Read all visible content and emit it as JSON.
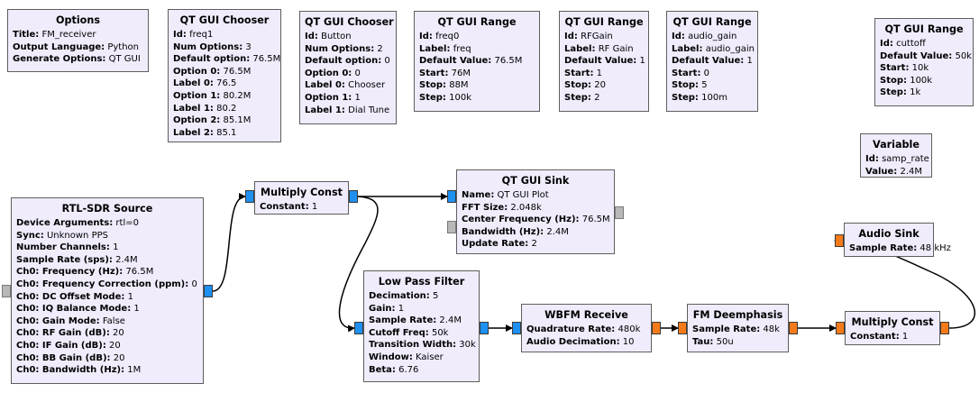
{
  "colors": {
    "block_fill": "#f0ecfc",
    "block_border": "#5e5e5e",
    "port_complex": "#1e90f0",
    "port_float": "#f47a1a",
    "port_disabled": "#b8b8b8",
    "wire": "#000000"
  },
  "blocks": {
    "options": {
      "title": "Options",
      "rows": [
        {
          "k": "Title:",
          "v": "FM_receiver"
        },
        {
          "k": "Output Language:",
          "v": "Python"
        },
        {
          "k": "Generate Options:",
          "v": "QT GUI"
        }
      ]
    },
    "chooser_freq": {
      "title": "QT GUI Chooser",
      "rows": [
        {
          "k": "Id:",
          "v": "freq1"
        },
        {
          "k": "Num Options:",
          "v": "3"
        },
        {
          "k": "Default option:",
          "v": "76.5M"
        },
        {
          "k": "Option 0:",
          "v": "76.5M"
        },
        {
          "k": "Label 0:",
          "v": "76.5"
        },
        {
          "k": "Option 1:",
          "v": "80.2M"
        },
        {
          "k": "Label 1:",
          "v": "80.2"
        },
        {
          "k": "Option 2:",
          "v": "85.1M"
        },
        {
          "k": "Label 2:",
          "v": "85.1"
        }
      ]
    },
    "chooser_button": {
      "title": "QT GUI Chooser",
      "rows": [
        {
          "k": "Id:",
          "v": "Button"
        },
        {
          "k": "Num Options:",
          "v": "2"
        },
        {
          "k": "Default option:",
          "v": "0"
        },
        {
          "k": "Option 0:",
          "v": "0"
        },
        {
          "k": "Label 0:",
          "v": "Chooser"
        },
        {
          "k": "Option 1:",
          "v": "1"
        },
        {
          "k": "Label 1:",
          "v": "Dial Tune"
        }
      ]
    },
    "range_freq": {
      "title": "QT GUI Range",
      "rows": [
        {
          "k": "Id:",
          "v": "freq0"
        },
        {
          "k": "Label:",
          "v": "freq"
        },
        {
          "k": "Default Value:",
          "v": "76.5M"
        },
        {
          "k": "Start:",
          "v": "76M"
        },
        {
          "k": "Stop:",
          "v": "88M"
        },
        {
          "k": "Step:",
          "v": "100k"
        }
      ]
    },
    "range_rfgain": {
      "title": "QT GUI Range",
      "rows": [
        {
          "k": "Id:",
          "v": "RFGain"
        },
        {
          "k": "Label:",
          "v": "RF Gain"
        },
        {
          "k": "Default Value:",
          "v": "1"
        },
        {
          "k": "Start:",
          "v": "1"
        },
        {
          "k": "Stop:",
          "v": "20"
        },
        {
          "k": "Step:",
          "v": "2"
        }
      ]
    },
    "range_audio": {
      "title": "QT GUI Range",
      "rows": [
        {
          "k": "Id:",
          "v": "audio_gain"
        },
        {
          "k": "Label:",
          "v": "audio_gain"
        },
        {
          "k": "Default Value:",
          "v": "1"
        },
        {
          "k": "Start:",
          "v": "0"
        },
        {
          "k": "Stop:",
          "v": "5"
        },
        {
          "k": "Step:",
          "v": "100m"
        }
      ]
    },
    "range_cutoff": {
      "title": "QT GUI Range",
      "rows": [
        {
          "k": "Id:",
          "v": "cuttoff"
        },
        {
          "k": "Default Value:",
          "v": "50k"
        },
        {
          "k": "Start:",
          "v": "10k"
        },
        {
          "k": "Stop:",
          "v": "100k"
        },
        {
          "k": "Step:",
          "v": "1k"
        }
      ]
    },
    "variable": {
      "title": "Variable",
      "rows": [
        {
          "k": "Id:",
          "v": "samp_rate"
        },
        {
          "k": "Value:",
          "v": "2.4M"
        }
      ]
    },
    "rtlsdr": {
      "title": "RTL-SDR Source",
      "rows": [
        {
          "k": "Device Arguments:",
          "v": "rtl=0"
        },
        {
          "k": "Sync:",
          "v": "Unknown PPS"
        },
        {
          "k": "Number Channels:",
          "v": "1"
        },
        {
          "k": "Sample Rate (sps):",
          "v": "2.4M"
        },
        {
          "k": "Ch0: Frequency (Hz):",
          "v": "76.5M"
        },
        {
          "k": "Ch0: Frequency Correction (ppm):",
          "v": "0"
        },
        {
          "k": "Ch0: DC Offset Mode:",
          "v": "1"
        },
        {
          "k": "Ch0: IQ Balance Mode:",
          "v": "1"
        },
        {
          "k": "Ch0: Gain Mode:",
          "v": "False"
        },
        {
          "k": "Ch0: RF Gain (dB):",
          "v": "20"
        },
        {
          "k": "Ch0: IF Gain (dB):",
          "v": "20"
        },
        {
          "k": "Ch0: BB Gain (dB):",
          "v": "20"
        },
        {
          "k": "Ch0: Bandwidth (Hz):",
          "v": "1M"
        }
      ]
    },
    "multconst1": {
      "title": "Multiply Const",
      "rows": [
        {
          "k": "Constant:",
          "v": "1"
        }
      ]
    },
    "guisink": {
      "title": "QT GUI Sink",
      "rows": [
        {
          "k": "Name:",
          "v": "QT GUI Plot"
        },
        {
          "k": "FFT Size:",
          "v": "2.048k"
        },
        {
          "k": "Center Frequency (Hz):",
          "v": "76.5M"
        },
        {
          "k": "Bandwidth (Hz):",
          "v": "2.4M"
        },
        {
          "k": "Update Rate:",
          "v": "2"
        }
      ]
    },
    "lpf": {
      "title": "Low Pass Filter",
      "rows": [
        {
          "k": "Decimation:",
          "v": "5"
        },
        {
          "k": "Gain:",
          "v": "1"
        },
        {
          "k": "Sample Rate:",
          "v": "2.4M"
        },
        {
          "k": "Cutoff Freq:",
          "v": "50k"
        },
        {
          "k": "Transition Width:",
          "v": "30k"
        },
        {
          "k": "Window:",
          "v": "Kaiser"
        },
        {
          "k": "Beta:",
          "v": "6.76"
        }
      ]
    },
    "wbfm": {
      "title": "WBFM Receive",
      "rows": [
        {
          "k": "Quadrature Rate:",
          "v": "480k"
        },
        {
          "k": "Audio Decimation:",
          "v": "10"
        }
      ]
    },
    "deemph": {
      "title": "FM Deemphasis",
      "rows": [
        {
          "k": "Sample Rate:",
          "v": "48k"
        },
        {
          "k": "Tau:",
          "v": "50u"
        }
      ]
    },
    "multconst2": {
      "title": "Multiply Const",
      "rows": [
        {
          "k": "Constant:",
          "v": "1"
        }
      ]
    },
    "audiosink": {
      "title": "Audio Sink",
      "rows": [
        {
          "k": "Sample Rate:",
          "v": "48 kHz"
        }
      ]
    }
  }
}
